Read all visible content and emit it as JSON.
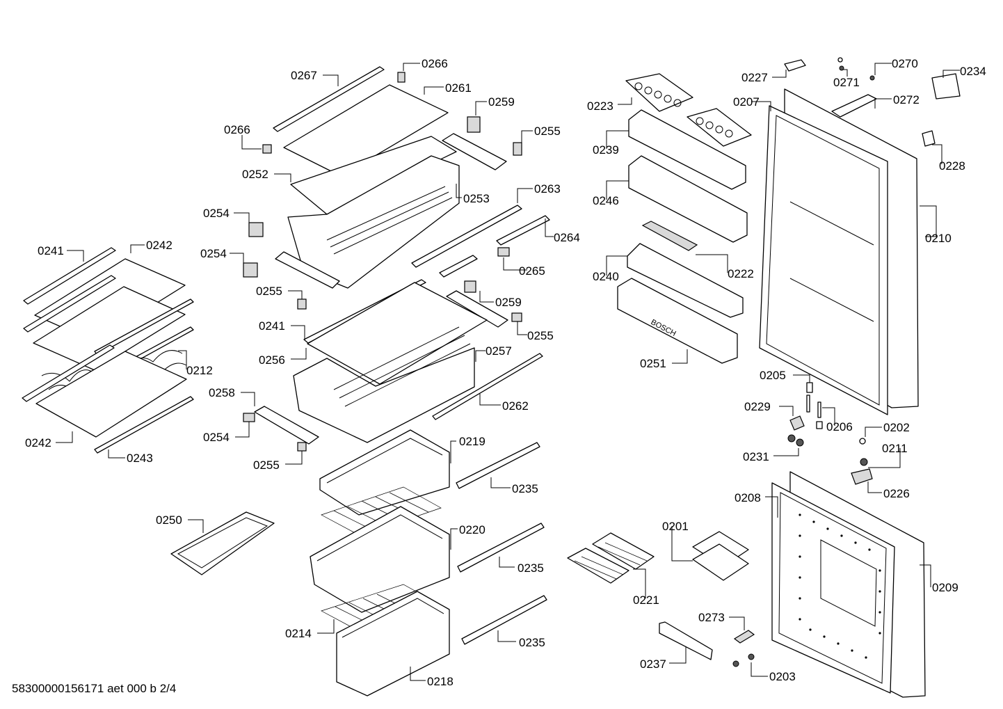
{
  "footer": "58300000156171 aet 000 b 2/4",
  "brand_text": "BOSCH",
  "labels": {
    "l0267": "0267",
    "l0266a": "0266",
    "l0261": "0261",
    "l0259a": "0259",
    "l0266b": "0266",
    "l0255a": "0255",
    "l0252": "0252",
    "l0253": "0253",
    "l0263": "0263",
    "l0254a": "0254",
    "l0264": "0264",
    "l0254b": "0254",
    "l0265": "0265",
    "l0255b": "0255",
    "l0259b": "0259",
    "l0241a": "0241",
    "l0255c": "0255",
    "l0256": "0256",
    "l0257": "0257",
    "l0262": "0262",
    "l0258": "0258",
    "l0254c": "0254",
    "l0255d": "0255",
    "l0241b": "0241",
    "l0242a": "0242",
    "l0212": "0212",
    "l0242b": "0242",
    "l0243": "0243",
    "l0219": "0219",
    "l0235a": "0235",
    "l0250": "0250",
    "l0220": "0220",
    "l0235b": "0235",
    "l0214": "0214",
    "l0235c": "0235",
    "l0218": "0218",
    "l0223": "0223",
    "l0239": "0239",
    "l0246": "0246",
    "l0222": "0222",
    "l0240": "0240",
    "l0251": "0251",
    "l0227": "0227",
    "l0271": "0271",
    "l0270": "0270",
    "l0234": "0234",
    "l0207": "0207",
    "l0272": "0272",
    "l0228": "0228",
    "l0210": "0210",
    "l0205": "0205",
    "l0229": "0229",
    "l0206": "0206",
    "l0202": "0202",
    "l0231": "0231",
    "l0211": "0211",
    "l0226": "0226",
    "l0208": "0208",
    "l0201": "0201",
    "l0209": "0209",
    "l0221": "0221",
    "l0273": "0273",
    "l0237": "0237",
    "l0203": "0203"
  }
}
